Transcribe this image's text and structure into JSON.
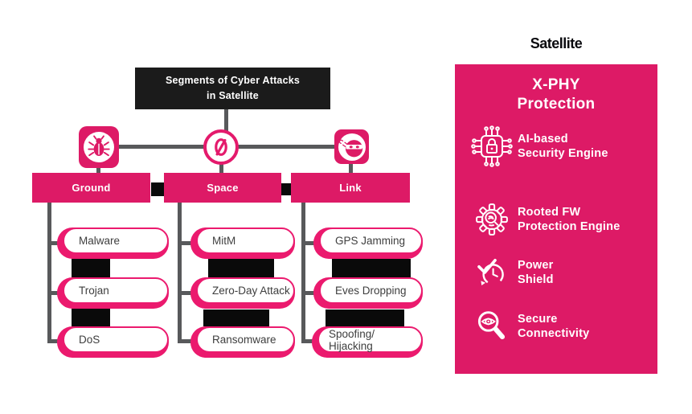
{
  "satellite_label": "Satellite",
  "header": {
    "title": "Segments of Cyber Attacks\nin Satellite"
  },
  "columns": [
    {
      "label": "Ground",
      "icon": "bug-icon",
      "items": [
        "Malware",
        "Trojan",
        "DoS"
      ]
    },
    {
      "label": "Space",
      "icon": "prohibition-icon",
      "items": [
        "MitM",
        "Zero-Day Attack",
        "Ransomware"
      ]
    },
    {
      "label": "Link",
      "icon": "ninja-icon",
      "items": [
        "GPS Jamming",
        "Eves Dropping",
        "Spoofing/ Hijacking"
      ]
    }
  ],
  "panel": {
    "title": "X-PHY\nProtection",
    "features": [
      {
        "icon": "chip-lock-icon",
        "label": "AI-based\nSecurity Engine"
      },
      {
        "icon": "gear-fingerprint-icon",
        "label": "Rooted FW\nProtection Engine"
      },
      {
        "icon": "clock-refresh-icon",
        "label": "Power\nShield"
      },
      {
        "icon": "magnifier-eye-icon",
        "label": "Secure\nConnectivity"
      }
    ]
  },
  "colors": {
    "pink_main": "#DD1A66",
    "pink_bright": "#EB1A6E",
    "connector_gray": "#58595B",
    "header_black": "#1B1B1B",
    "block_black": "#0A0A0A"
  }
}
